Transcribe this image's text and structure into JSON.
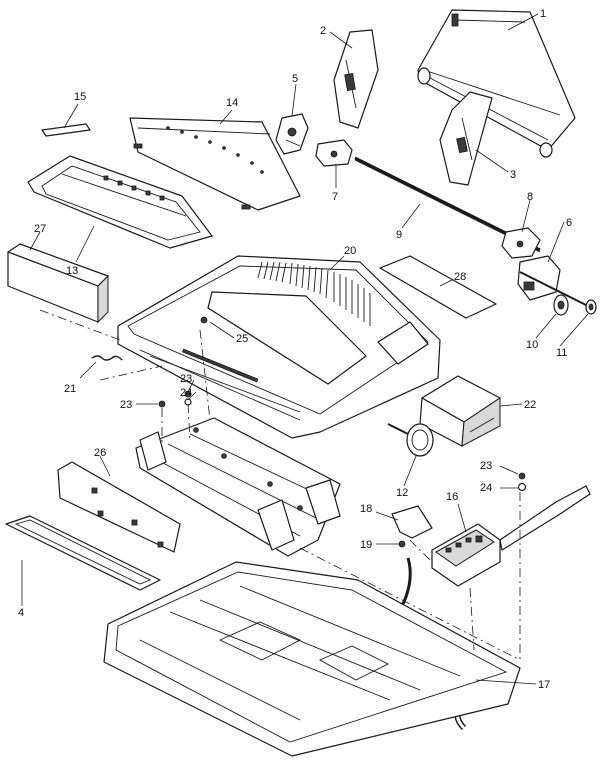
{
  "labels": [
    {
      "id": "p1",
      "text": "1"
    },
    {
      "id": "p2",
      "text": "2"
    },
    {
      "id": "p3",
      "text": "3"
    },
    {
      "id": "p4",
      "text": "4"
    },
    {
      "id": "p5",
      "text": "5"
    },
    {
      "id": "p6",
      "text": "6"
    },
    {
      "id": "p7",
      "text": "7"
    },
    {
      "id": "p8",
      "text": "8"
    },
    {
      "id": "p9",
      "text": "9"
    },
    {
      "id": "p10",
      "text": "10"
    },
    {
      "id": "p11",
      "text": "11"
    },
    {
      "id": "p12",
      "text": "12"
    },
    {
      "id": "p13",
      "text": "13"
    },
    {
      "id": "p14",
      "text": "14"
    },
    {
      "id": "p15",
      "text": "15"
    },
    {
      "id": "p16",
      "text": "16"
    },
    {
      "id": "p17",
      "text": "17"
    },
    {
      "id": "p18",
      "text": "18"
    },
    {
      "id": "p19",
      "text": "19"
    },
    {
      "id": "p20",
      "text": "20"
    },
    {
      "id": "p21",
      "text": "21"
    },
    {
      "id": "p22",
      "text": "22"
    },
    {
      "id": "p23a",
      "text": "23"
    },
    {
      "id": "p23b",
      "text": "23"
    },
    {
      "id": "p23c",
      "text": "23"
    },
    {
      "id": "p24a",
      "text": "24"
    },
    {
      "id": "p24b",
      "text": "24"
    },
    {
      "id": "p25",
      "text": "25"
    },
    {
      "id": "p26",
      "text": "26"
    },
    {
      "id": "p27",
      "text": "27"
    },
    {
      "id": "p28",
      "text": "28"
    }
  ]
}
